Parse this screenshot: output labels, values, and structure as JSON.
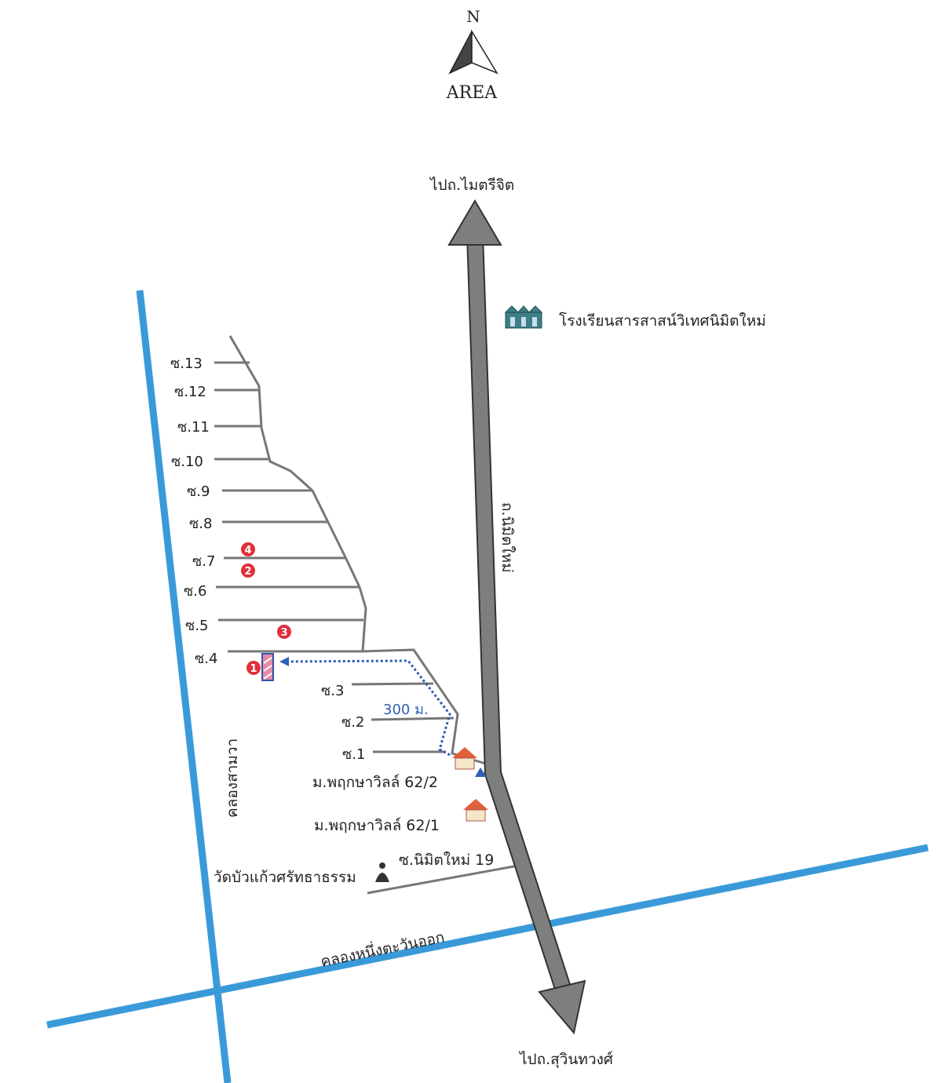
{
  "compass": {
    "north": "N",
    "label": "AREA"
  },
  "directions": {
    "north": "ไปถ.ไมตรีจิต",
    "south": "ไปถ.สุวินทวงศ์"
  },
  "main_road": "ถ.นิมิตใหม่",
  "landmarks": {
    "school": "โรงเรียนสารสาสน์วิเทศนิมิตใหม่",
    "village_2": "ม.พฤกษาวิลล์ 62/2",
    "village_1": "ม.พฤกษาวิลล์ 62/1",
    "temple": "วัดบัวแก้วศรัทธาธรรม",
    "temple_soi": "ซ.นิมิตใหม่ 19"
  },
  "canals": {
    "vertical": "คลองสามวา",
    "horizontal": "คลองหนึ่งตะวันออก"
  },
  "sois": [
    "ซ.13",
    "ซ.12",
    "ซ.11",
    "ซ.10",
    "ซ.9",
    "ซ.8",
    "ซ.7",
    "ซ.6",
    "ซ.5",
    "ซ.4",
    "ซ.3",
    "ซ.2",
    "ซ.1"
  ],
  "markers": [
    "1",
    "2",
    "3",
    "4"
  ],
  "distance": "300 ม.",
  "colors": {
    "canal": "#3a9ad9",
    "road": "#7d7f7d",
    "marker": "#e0303a",
    "route": "#2f5fb8"
  }
}
